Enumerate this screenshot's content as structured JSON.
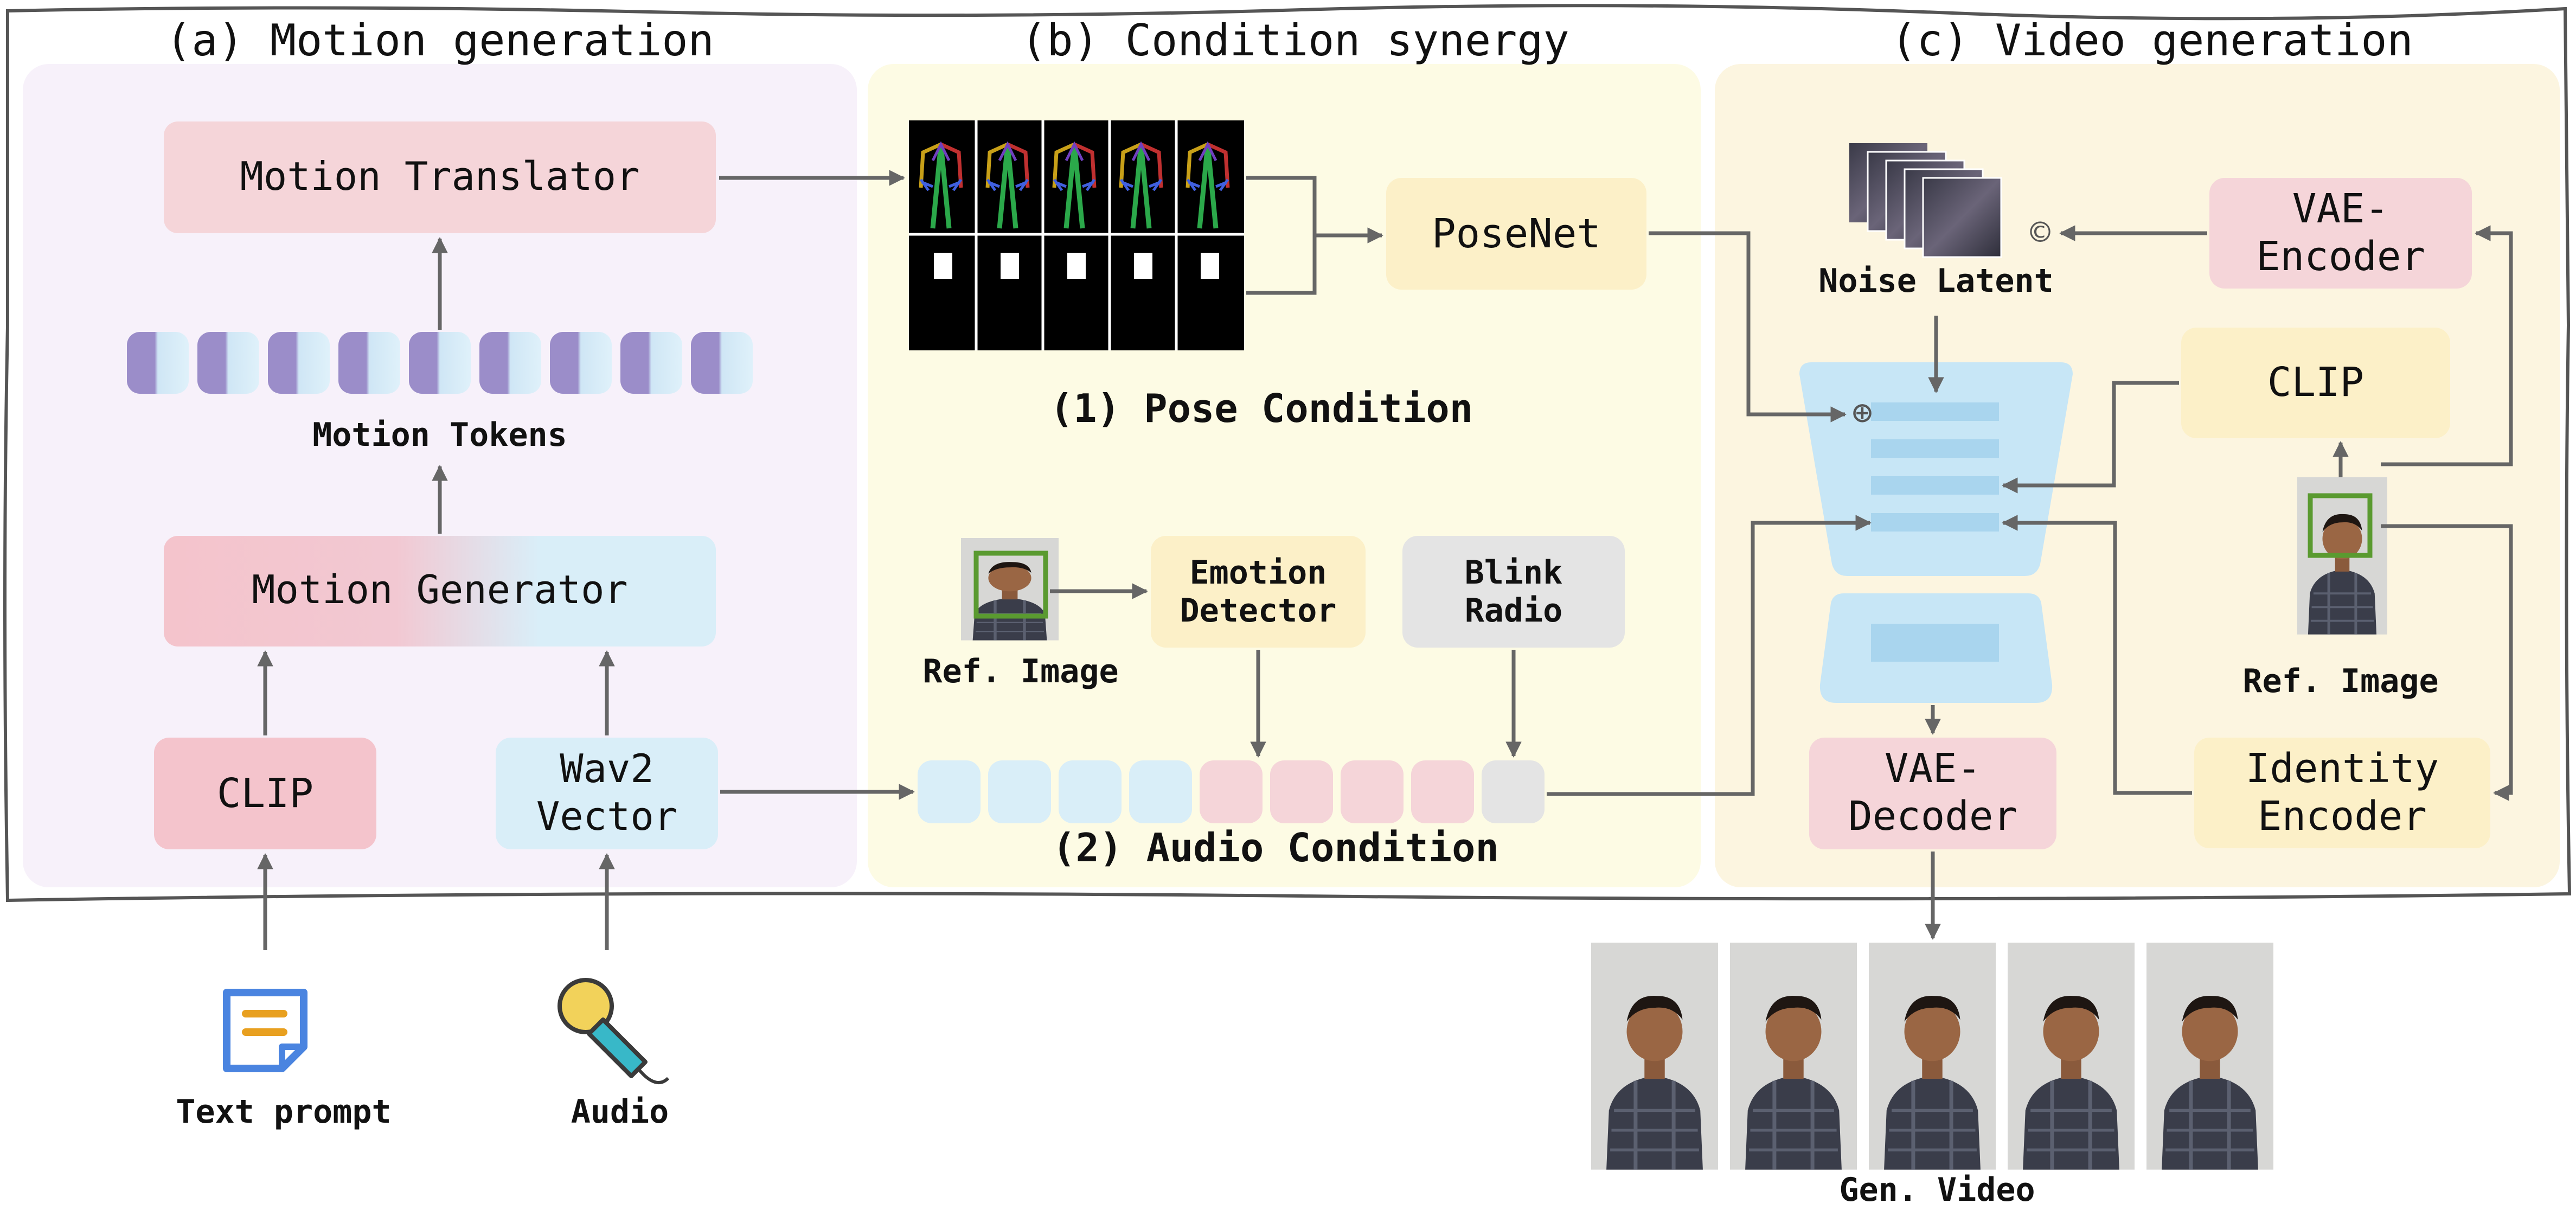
{
  "sections": {
    "motion": {
      "title": "(a) Motion generation"
    },
    "synergy": {
      "title": "(b) Condition synergy"
    },
    "video": {
      "title": "(c) Video generation"
    }
  },
  "blocks": {
    "motion_translator": "Motion Translator",
    "motion_tokens": "Motion Tokens",
    "motion_generator": "Motion Generator",
    "clip_text": "CLIP",
    "wav2vector_line1": "Wav2",
    "wav2vector_line2": "Vector",
    "text_prompt": "Text prompt",
    "audio": "Audio",
    "pose_condition": "(1) Pose Condition",
    "posenet": "PoseNet",
    "ref_image_b": "Ref. Image",
    "emotion_detector_line1": "Emotion",
    "emotion_detector_line2": "Detector",
    "blink_radio_line1": "Blink",
    "blink_radio_line2": "Radio",
    "audio_condition": "(2) Audio Condition",
    "noise_latent": "Noise Latent",
    "vae_encoder_line1": "VAE-",
    "vae_encoder_line2": "Encoder",
    "clip_image": "CLIP",
    "ref_image_c": "Ref. Image",
    "identity_encoder_line1": "Identity",
    "identity_encoder_line2": "Encoder",
    "vae_decoder_line1": "VAE-",
    "vae_decoder_line2": "Decoder",
    "gen_video": "Gen. Video",
    "concat_symbol": "©",
    "add_symbol": "⊕"
  },
  "colors": {
    "panel_a": "#f7f1fa",
    "panel_b": "#fdfbe4",
    "panel_c": "#fcf5e0",
    "pink": "#f5d5d9",
    "pink_strong": "#f4c4cc",
    "blue": "#d9eef8",
    "yellow": "#fcf0c8",
    "gray": "#e4e4e4",
    "purple": "#9b8dc9"
  }
}
